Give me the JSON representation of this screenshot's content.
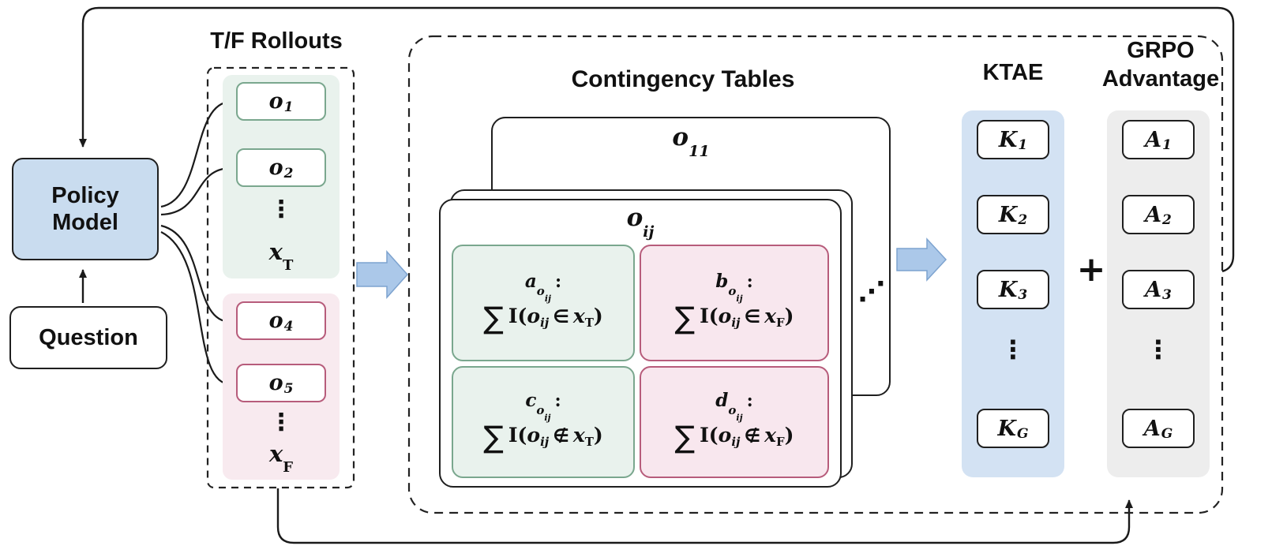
{
  "policy_model": {
    "line1": "Policy",
    "line2": "Model"
  },
  "question": {
    "label": "Question"
  },
  "rollouts": {
    "title": "T/F Rollouts",
    "true_group": {
      "items": [
        {
          "base": "o",
          "sub": "1"
        },
        {
          "base": "o",
          "sub": "2"
        }
      ],
      "dots": "⋮",
      "set_label": {
        "base": "x",
        "sub": "T"
      }
    },
    "false_group": {
      "items": [
        {
          "base": "o",
          "sub": "4"
        },
        {
          "base": "o",
          "sub": "5"
        }
      ],
      "dots": "⋮",
      "set_label": {
        "base": "x",
        "sub": "F"
      }
    }
  },
  "contingency": {
    "title": "Contingency Tables",
    "back_card_title": {
      "base": "o",
      "sub": "11"
    },
    "front_card_title": {
      "base": "o",
      "sub": "ij"
    },
    "more_tables_dots": "⋰",
    "cells": [
      {
        "tone": "green",
        "head_base": "a",
        "head_sub1": "o",
        "head_sub2": "ij",
        "colon": ":",
        "sum": "∑",
        "ind": "I",
        "open": "(",
        "arg_base": "o",
        "arg_sub": "ij",
        "rel": "∈",
        "set_base": "x",
        "set_sub": "T",
        "close": ")"
      },
      {
        "tone": "pink",
        "head_base": "b",
        "head_sub1": "o",
        "head_sub2": "ij",
        "colon": ":",
        "sum": "∑",
        "ind": "I",
        "open": "(",
        "arg_base": "o",
        "arg_sub": "ij",
        "rel": "∈",
        "set_base": "x",
        "set_sub": "F",
        "close": ")"
      },
      {
        "tone": "green",
        "head_base": "c",
        "head_sub1": "o",
        "head_sub2": "ij",
        "colon": ":",
        "sum": "∑",
        "ind": "I",
        "open": "(",
        "arg_base": "o",
        "arg_sub": "ij",
        "rel": "∉",
        "set_base": "x",
        "set_sub": "T",
        "close": ")"
      },
      {
        "tone": "pink",
        "head_base": "d",
        "head_sub1": "o",
        "head_sub2": "ij",
        "colon": ":",
        "sum": "∑",
        "ind": "I",
        "open": "(",
        "arg_base": "o",
        "arg_sub": "ij",
        "rel": "∉",
        "set_base": "x",
        "set_sub": "F",
        "close": ")"
      }
    ]
  },
  "ktae": {
    "title": "KTAE",
    "items": [
      {
        "base": "K",
        "sub": "1"
      },
      {
        "base": "K",
        "sub": "2"
      },
      {
        "base": "K",
        "sub": "3"
      }
    ],
    "dots": "⋮",
    "last_item": {
      "base": "K",
      "sub": "G"
    }
  },
  "plus_sign": "+",
  "grpo": {
    "title_line1": "GRPO",
    "title_line2": "Advantage",
    "items": [
      {
        "base": "A",
        "sub": "1"
      },
      {
        "base": "A",
        "sub": "2"
      },
      {
        "base": "A",
        "sub": "3"
      }
    ],
    "dots": "⋮",
    "last_item": {
      "base": "A",
      "sub": "G"
    }
  }
}
